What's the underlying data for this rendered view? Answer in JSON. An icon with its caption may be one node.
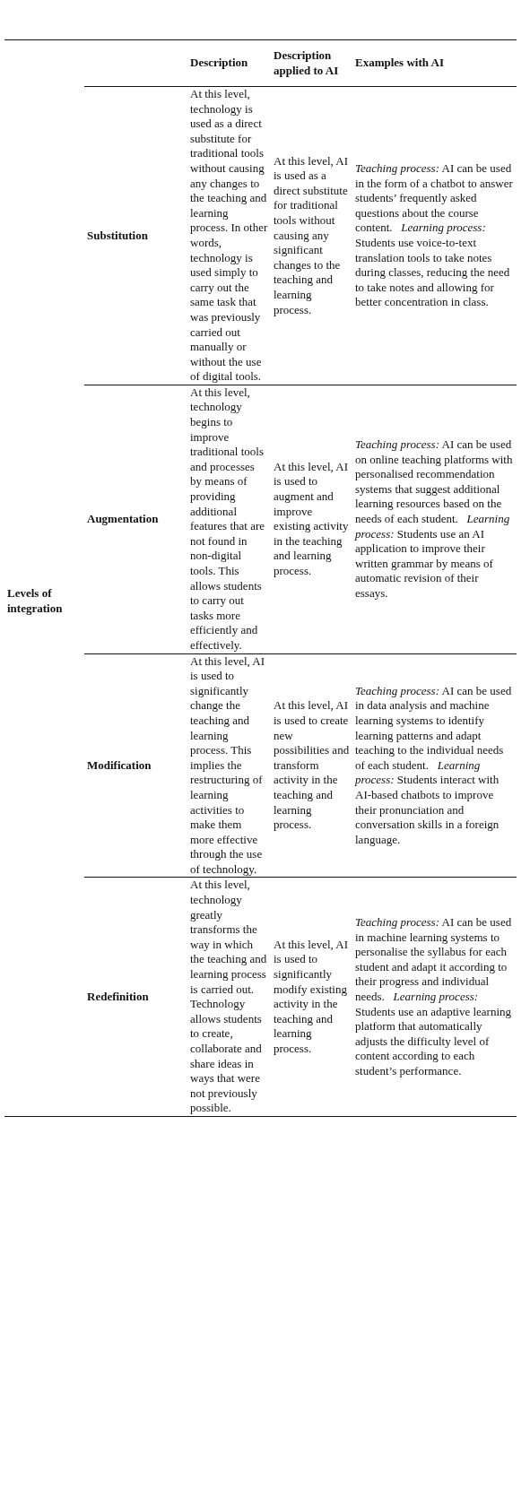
{
  "diagram": {
    "labels": [
      "Description",
      "Description applied to AI",
      "Examples with AI",
      "Levels of integration",
      "Substitution",
      "At this level, technology is used as a direct substitute for traditional tools without causing any changes to the teaching and learning process. In other words, technology is used simply to carry out the same task that was previously carried out manually or without the use of digital tools.",
      "At this level, AI is used as a direct substitute for traditional tools without causing any significant changes to the teaching and learning process.",
      "*Teaching process:* AI can be used in the form of a chatbot to answer students’ frequently asked questions about the course content.   *Learning process:* Students use voice-to-text translation tools to take notes during classes, reducing the need to take notes and allowing for better concentration in class.",
      "Augmentation",
      "At this level, technology begins to improve traditional tools and processes by means of providing additional features that are not found in non-digital tools. This allows students to carry out tasks more efficiently and effectively.",
      "At this level, AI is used to augment and improve existing activity in the teaching and learning process.",
      "*Teaching process:* AI can be used on online teaching platforms with personalised recommendation systems that suggest additional learning resources based on the needs of each student.   *Learning process:* Students use an AI application to improve their written grammar by means of automatic revision of their essays.",
      "Modification",
      "At this level, AI is used to significantly change the teaching and learning process. This implies the restructuring of learning activities to make them more effective through the use of technology.",
      "At this level, AI is used to create new possibilities and transform activity in the teaching and learning process.",
      "*Teaching process:* AI can be used in data analysis and machine learning systems to identify learning patterns and adapt teaching to the individual needs of each student.   *Learning process:* Students interact with AI-based chatbots to improve their pronunciation and conversation skills in a foreign language.",
      "Redefinition",
      "At this level, technology greatly transforms the way in which the teaching and learning process is carried out. Technology allows students to create, collaborate and share ideas in ways that were not previously possible.",
      "At this level, AI is used to significantly modify existing activity in the teaching and learning process.",
      "*Teaching process:* AI can be used in machine learning systems to personalise the syllabus for each student and adapt it according to their progress and individual needs.   *Learning process:* Students use an adaptive learning platform that automatically adjusts the difficulty level of content according to each student’s performance."
    ]
  }
}
